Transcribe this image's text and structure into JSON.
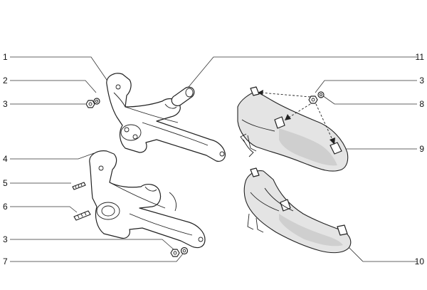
{
  "callouts": {
    "c1": "1",
    "c2": "2",
    "c3a": "3",
    "c4": "4",
    "c5": "5",
    "c6": "6",
    "c3b": "3",
    "c7": "7",
    "c11": "11",
    "c3c": "3",
    "c8": "8",
    "c9": "9",
    "c10": "10"
  }
}
